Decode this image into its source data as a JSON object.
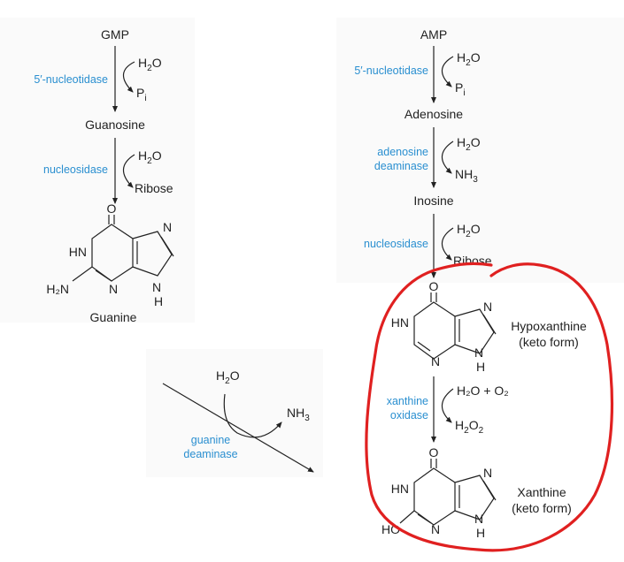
{
  "left_pathway": {
    "gmp": "GMP",
    "enzyme1": "5′-nucleotidase",
    "water1_main": "H",
    "water1_sub": "2",
    "water1_o": "O",
    "pi1_main": "P",
    "pi1_sub": "i",
    "guanosine": "Guanosine",
    "enzyme2": "nucleosidase",
    "water2_main": "H",
    "water2_sub": "2",
    "water2_o": "O",
    "ribose1": "Ribose",
    "guanine": "Guanine"
  },
  "right_pathway": {
    "amp": "AMP",
    "enzyme1": "5′-nucleotidase",
    "water1_main": "H",
    "water1_sub": "2",
    "water1_o": "O",
    "pi_main": "P",
    "pi_sub": "i",
    "adenosine": "Adenosine",
    "enzyme2_line1": "adenosine",
    "enzyme2_line2": "deaminase",
    "water2_main": "H",
    "water2_sub": "2",
    "water2_o": "O",
    "nh3_main": "NH",
    "nh3_sub": "3",
    "inosine": "Inosine",
    "enzyme3": "nucleosidase",
    "water3_main": "H",
    "water3_sub": "2",
    "water3_o": "O",
    "ribose2": "Ribose",
    "hypoxanthine_name": "Hypoxanthine",
    "hypoxanthine_form": "(keto form)",
    "enzyme4_line1": "xanthine",
    "enzyme4_line2": "oxidase",
    "reactant_text": "H₂O + O₂",
    "product_main": "H",
    "product_sub1": "2",
    "product_o": "O",
    "product_sub2": "2",
    "xanthine_name": "Xanthine",
    "xanthine_form": "(keto form)"
  },
  "guanine_deaminase": {
    "water_main": "H",
    "water_sub": "2",
    "water_o": "O",
    "nh3_main": "NH",
    "nh3_sub": "3",
    "enzyme_line1": "guanine",
    "enzyme_line2": "deaminase"
  },
  "atoms": {
    "O": "O",
    "N": "N",
    "H": "H",
    "HN": "HN",
    "H2N": "H₂N",
    "HO": "HO"
  },
  "colors": {
    "enzyme": "#2a8fd0",
    "annotation": "#e02020",
    "text": "#222222"
  }
}
